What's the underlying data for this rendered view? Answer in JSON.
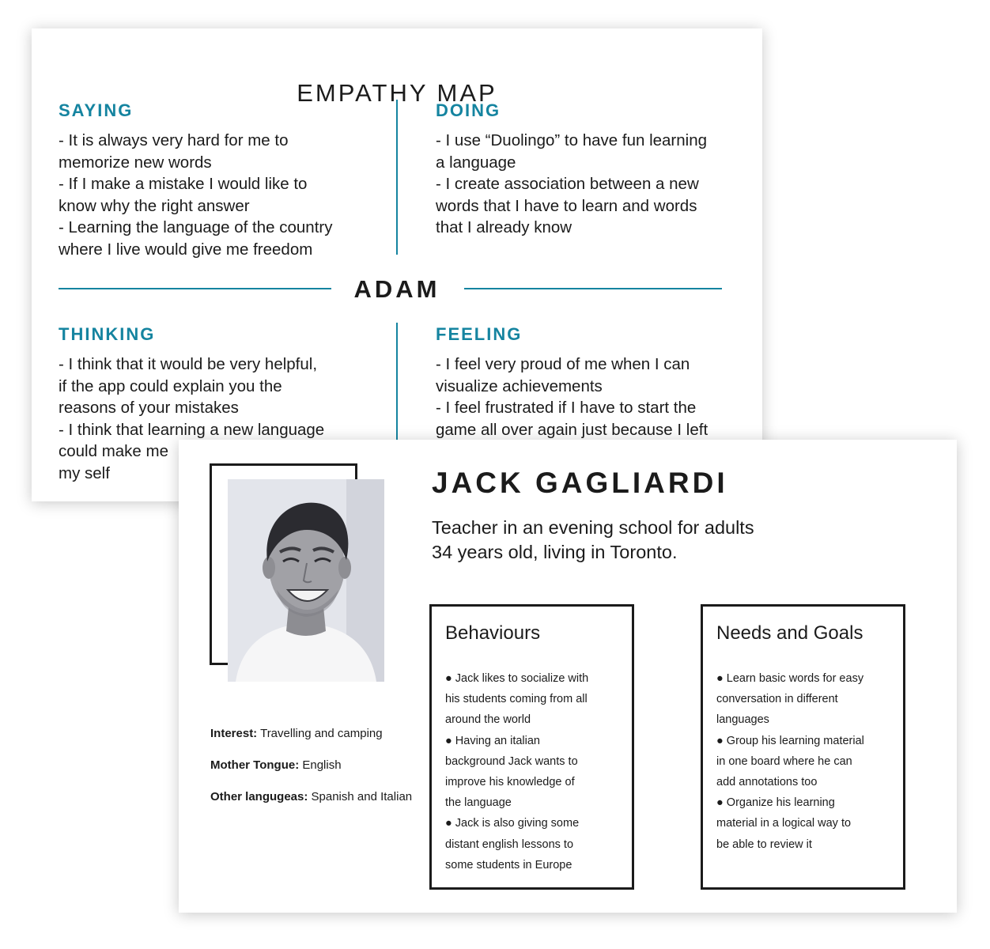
{
  "empathy_map": {
    "title": "EMPATHY MAP",
    "center_label": "ADAM",
    "saying": {
      "heading": "SAYING",
      "lines": [
        "- It is always very hard for me to",
        "memorize new words",
        "- If I make a mistake I would like to",
        "know why the right answer",
        "- Learning the language of the country",
        "where I live would give me freedom"
      ]
    },
    "doing": {
      "heading": "DOING",
      "lines": [
        "- I use “Duolingo” to have fun learning",
        "a language",
        "- I create association between a new",
        "words that I have to learn and words",
        "that I already know"
      ]
    },
    "thinking": {
      "heading": "THINKING",
      "lines": [
        "- I think that it would be very helpful,",
        "if the app could explain you the",
        "reasons of your mistakes",
        "- I think that learning a new language",
        "could make me",
        "my self"
      ]
    },
    "feeling": {
      "heading": "FEELING",
      "lines": [
        "- I feel very proud of me when I can",
        "visualize achievements",
        "- I feel frustrated if I have to start the",
        "game all over again just because I left"
      ]
    }
  },
  "persona": {
    "name": "JACK GAGLIARDI",
    "description_lines": [
      "Teacher in an evening school for adults",
      "34 years old, living in Toronto."
    ],
    "facts": [
      {
        "label": "Interest:",
        "value": " Travelling and camping"
      },
      {
        "label": "Mother Tongue:",
        "value": " English"
      },
      {
        "label": "Other langugeas:",
        "value": " Spanish and Italian"
      }
    ],
    "behaviours": {
      "title": "Behaviours",
      "lines": [
        "● Jack likes to socialize with",
        "his students coming from all",
        "around the world",
        "● Having an italian",
        "background Jack wants to",
        "improve his knowledge of",
        "the language",
        "● Jack is also giving some",
        "distant english lessons to",
        "some students in Europe"
      ]
    },
    "needs_goals": {
      "title": "Needs and Goals",
      "lines": [
        "● Learn basic words for easy",
        "conversation in different",
        "languages",
        "● Group his learning material",
        "in one board where he can",
        "add annotations too",
        "● Organize his learning",
        "material in a logical way to",
        "be able to review it"
      ]
    }
  },
  "colors": {
    "accent": "#1584a0",
    "text": "#1b1b1b",
    "background": "#ffffff"
  }
}
